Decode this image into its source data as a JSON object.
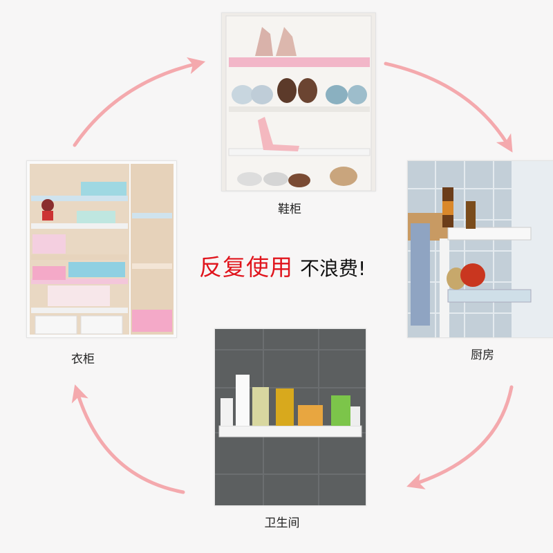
{
  "panels": {
    "shoe_cabinet": {
      "caption": "鞋柜"
    },
    "wardrobe": {
      "caption": "衣柜"
    },
    "kitchen": {
      "caption": "厨房"
    },
    "bathroom": {
      "caption": "卫生间"
    }
  },
  "slogan": {
    "red": "反复使用",
    "black": "不浪费!"
  },
  "colors": {
    "slogan_red": "#e0141c",
    "arrow_pink": "#f4a9ad"
  },
  "icons": [
    "cycle-arrow-icon"
  ]
}
